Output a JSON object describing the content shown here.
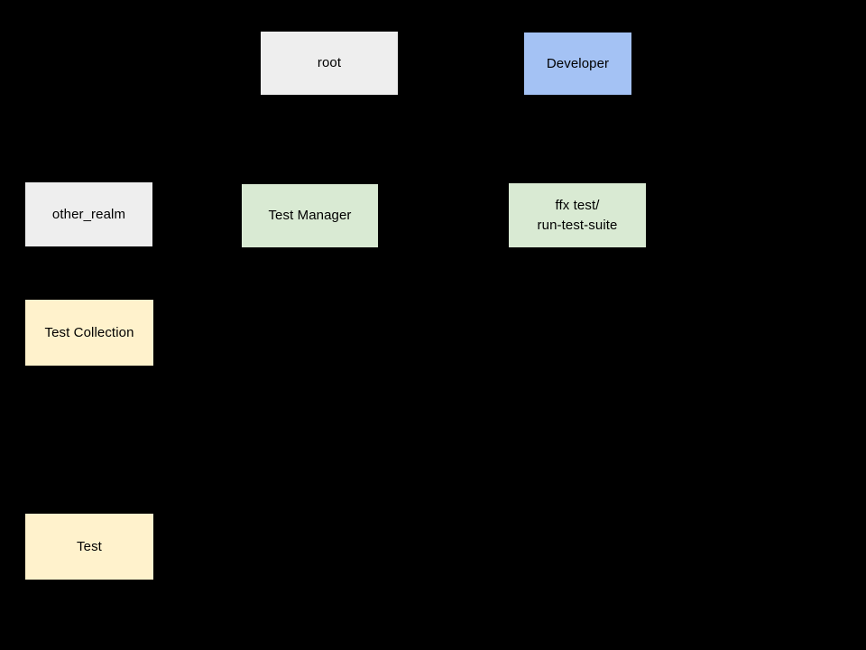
{
  "canvas": {
    "background": "#000000"
  },
  "colors": {
    "neutral_fill": "#eeeeee",
    "developer_fill": "#a4c2f4",
    "green_fill": "#d9ead3",
    "yellow_fill": "#fff2cc",
    "text": "#000000"
  },
  "diagram": {
    "nodes": [
      {
        "id": "root",
        "label": "root",
        "fill": "#eeeeee"
      },
      {
        "id": "developer",
        "label": "Developer",
        "fill": "#a4c2f4"
      },
      {
        "id": "other-realm",
        "label": "other_realm",
        "fill": "#eeeeee"
      },
      {
        "id": "test-manager",
        "label": "Test Manager",
        "fill": "#d9ead3"
      },
      {
        "id": "ffx-test",
        "label": "ffx test/\nrun-test-suite",
        "fill": "#d9ead3"
      },
      {
        "id": "test-collection",
        "label": "Test Collection",
        "fill": "#fff2cc"
      },
      {
        "id": "test",
        "label": "Test",
        "fill": "#fff2cc"
      }
    ]
  }
}
